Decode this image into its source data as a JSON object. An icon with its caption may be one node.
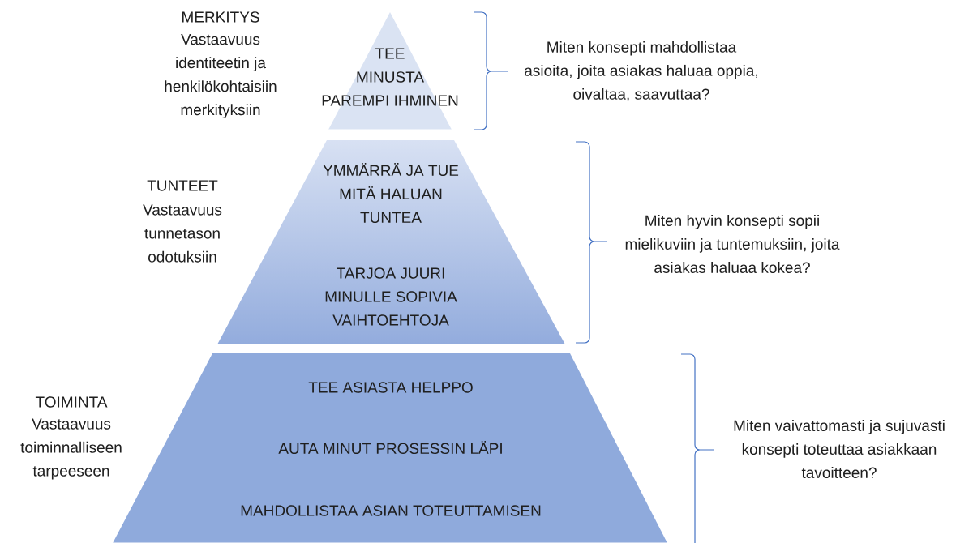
{
  "diagram": {
    "nodes": [
      {
        "text": [
          "TEE MINUSTA PAREMPI IHMINEN"
        ],
        "beside": [
          "MERKITYS",
          "Vastaavuus identiteetin ja henkilökohtaisiin merkityksiin"
        ]
      },
      {
        "text": [
          "YMMÄRRÄ JA TUE MITÄ HALUAN TUNTEA",
          "TARJOA JUURI MINULLE SOPIVIA VAIHTOEHTOJA"
        ],
        "beside": [
          "TUNTEET",
          "Vastaavuus tunnetason odotuksiin"
        ]
      },
      {
        "text": [
          "TEE ASIASTA HELPPO",
          "AUTA MINUT PROSESSIN LÄPI",
          "MAHDOLLISTAA ASIAN TOTEUTTAMISEN"
        ],
        "beside": [
          "TOIMINTA",
          "Vastaavuus toiminnalliseen tarpeeseen"
        ]
      }
    ],
    "labels": [
      "Miten konsepti mahdollistaa asioita, joita asiakas haluaa oppia, oivaltaa, saavuttaa?",
      "Miten hyvin konsepti sopii mielikuviin ja tuntemuksiin, joita asiakas haluaa kokea?",
      "Miten vaivattomasti ja sujuvasti konsepti toteuttaa asiakkaan tavoitteen?"
    ]
  }
}
